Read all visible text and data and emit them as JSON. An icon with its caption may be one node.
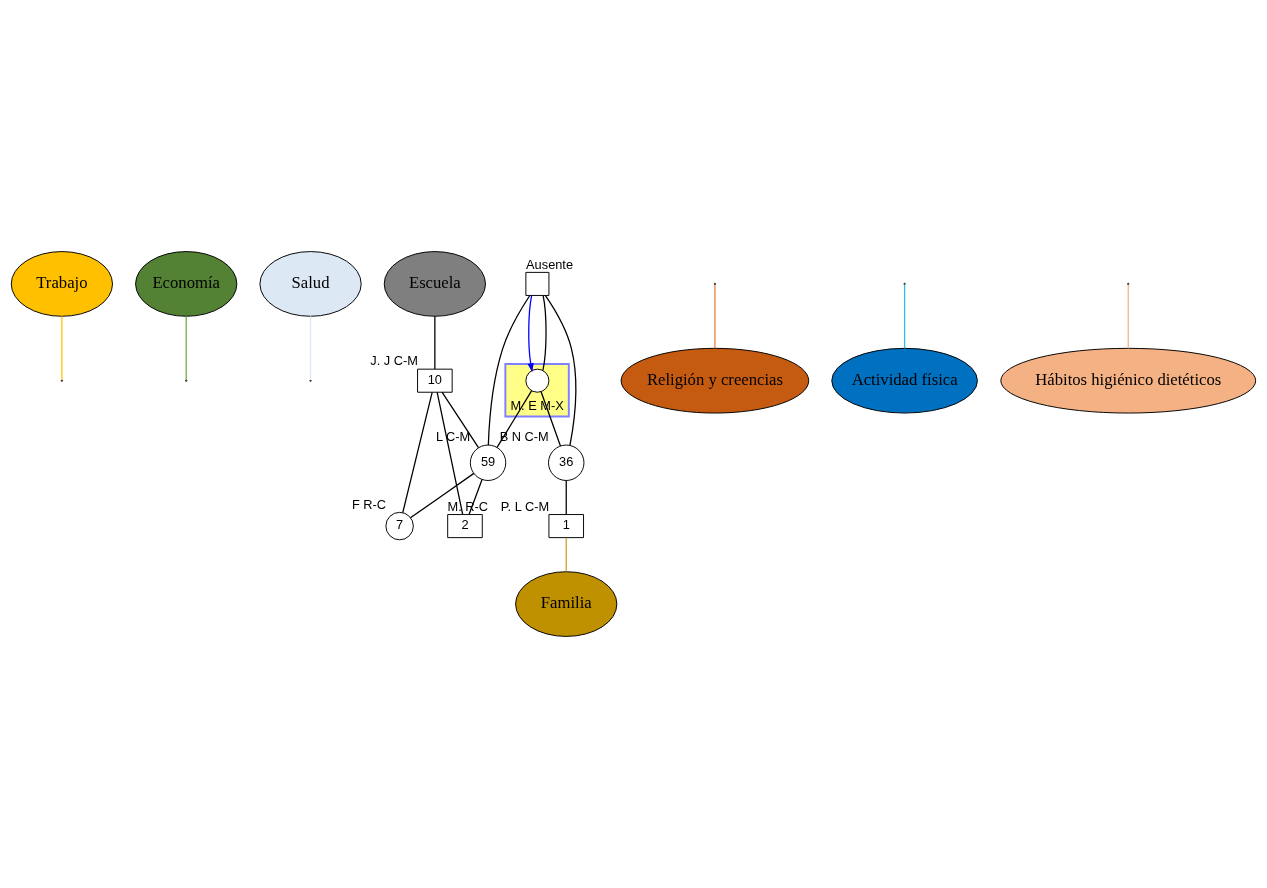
{
  "diagram": {
    "nodes": [
      {
        "text": [
          "Trabajo"
        ]
      },
      {
        "text": [
          "Economía"
        ]
      },
      {
        "text": [
          "Salud"
        ]
      },
      {
        "text": [
          "Escuela"
        ]
      },
      {
        "text": [
          "Religión y creencias"
        ]
      },
      {
        "text": [
          "Actividad física"
        ]
      },
      {
        "text": [
          "Hábitos higiénico dietéticos"
        ]
      },
      {
        "text": [
          "Familia"
        ]
      },
      {
        "text": [],
        "shape": "box",
        "beside": [
          "Ausente"
        ]
      },
      {
        "text": [
          "M. E M-X"
        ]
      },
      {
        "text": [],
        "shape": "circle",
        "in": 9
      },
      {
        "text": [
          "59"
        ],
        "beside": [
          "L C-M"
        ]
      },
      {
        "text": [
          "36"
        ],
        "beside": [
          "B N C-M"
        ]
      },
      {
        "text": [
          "10"
        ],
        "beside": [
          "J. J C-M"
        ]
      },
      {
        "text": [
          "1"
        ],
        "beside": [
          "P. L C-M"
        ]
      },
      {
        "text": [
          "7"
        ],
        "beside": [
          "F R-C"
        ]
      },
      {
        "text": [
          "2"
        ],
        "beside": [
          "M. R-C"
        ]
      }
    ],
    "edges": [
      {
        "from": 8,
        "to": 10,
        "arrow": "to",
        "color": "#0000ff"
      },
      {
        "from": 8,
        "to": 10,
        "arrow": "none"
      },
      {
        "from": 8,
        "to": 11,
        "arrow": "none"
      },
      {
        "from": 10,
        "to": 11,
        "arrow": "none"
      },
      {
        "from": 8,
        "to": 12,
        "arrow": "none"
      },
      {
        "from": 10,
        "to": 12,
        "arrow": "none"
      },
      {
        "from": 13,
        "to": 11,
        "arrow": "none"
      },
      {
        "from": 13,
        "to": 15,
        "arrow": "none"
      },
      {
        "from": 11,
        "to": 15,
        "arrow": "none"
      },
      {
        "from": 13,
        "to": 16,
        "arrow": "none"
      },
      {
        "from": 11,
        "to": 16,
        "arrow": "none"
      },
      {
        "from": 12,
        "to": 14,
        "arrow": "none"
      },
      {
        "from": 0,
        "to": null,
        "arrow": "none",
        "color": "#ffc000"
      },
      {
        "from": 1,
        "to": null,
        "arrow": "none",
        "color": "#70ad47"
      },
      {
        "from": 2,
        "to": null,
        "arrow": "none",
        "color": "#dde8f5"
      },
      {
        "from": 3,
        "to": 13,
        "arrow": "none",
        "color": "#000000"
      },
      {
        "from": 4,
        "to": null,
        "arrow": "none",
        "color": "#e08040"
      },
      {
        "from": 5,
        "to": null,
        "arrow": "none",
        "color": "#33bbee"
      },
      {
        "from": 6,
        "to": null,
        "arrow": "none",
        "color": "#f4b183"
      },
      {
        "from": 7,
        "to": 14,
        "arrow": "none",
        "color": "#c9a227"
      }
    ]
  }
}
